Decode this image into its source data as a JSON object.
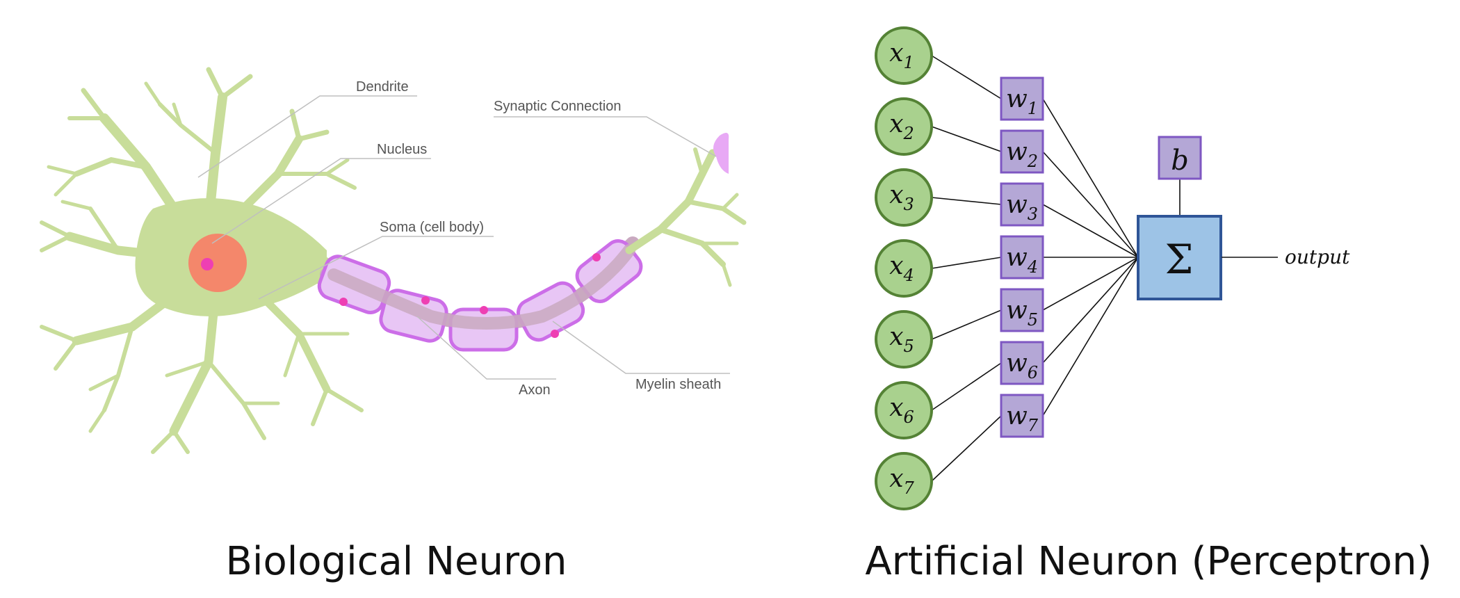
{
  "biological": {
    "caption": "Biological Neuron",
    "labels": {
      "dendrite": "Dendrite",
      "nucleus": "Nucleus",
      "soma": "Soma (cell body)",
      "synaptic": "Synaptic Connection",
      "axon": "Axon",
      "myelin": "Myelin sheath"
    },
    "colors": {
      "dendrite": "#c8dd9a",
      "nucleus": "#f4876b",
      "myelin": "#cc6ee8",
      "axon_core": "#c9a9c0"
    }
  },
  "artificial": {
    "caption": "Artificial Neuron (Perceptron)",
    "inputs": [
      {
        "base": "x",
        "sub": "1"
      },
      {
        "base": "x",
        "sub": "2"
      },
      {
        "base": "x",
        "sub": "3"
      },
      {
        "base": "x",
        "sub": "4"
      },
      {
        "base": "x",
        "sub": "5"
      },
      {
        "base": "x",
        "sub": "6"
      },
      {
        "base": "x",
        "sub": "7"
      }
    ],
    "weights": [
      {
        "base": "w",
        "sub": "1"
      },
      {
        "base": "w",
        "sub": "2"
      },
      {
        "base": "w",
        "sub": "3"
      },
      {
        "base": "w",
        "sub": "4"
      },
      {
        "base": "w",
        "sub": "5"
      },
      {
        "base": "w",
        "sub": "6"
      },
      {
        "base": "w",
        "sub": "7"
      }
    ],
    "bias": "b",
    "sum_symbol": "Σ",
    "output": "output",
    "colors": {
      "input_fill": "#a9d18e",
      "input_stroke": "#548235",
      "weight_fill": "#b4a7d6",
      "weight_stroke": "#7e57c2",
      "sum_fill": "#9dc3e6",
      "sum_stroke": "#2f5597"
    }
  }
}
